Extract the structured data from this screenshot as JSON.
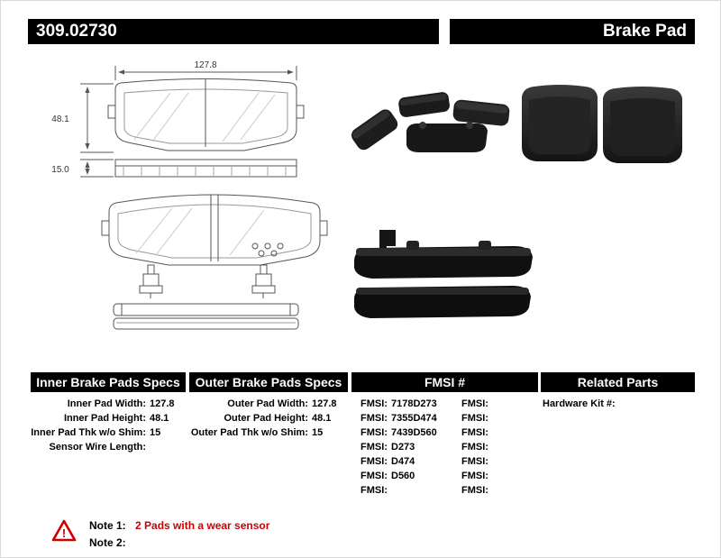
{
  "header": {
    "part_number": "309.02730",
    "product_name": "Brake Pad"
  },
  "diagram": {
    "width_dim": "127.8",
    "height_dim": "48.1",
    "thickness_dim": "15.0"
  },
  "specs": {
    "inner": {
      "title": "Inner Brake Pads Specs",
      "rows": [
        {
          "label": "Inner Pad Width:",
          "value": "127.8"
        },
        {
          "label": "Inner Pad Height:",
          "value": "48.1"
        },
        {
          "label": "Inner Pad Thk w/o Shim:",
          "value": "15"
        },
        {
          "label": "Sensor Wire Length:",
          "value": ""
        }
      ]
    },
    "outer": {
      "title": "Outer Brake Pads Specs",
      "rows": [
        {
          "label": "Outer Pad Width:",
          "value": "127.8"
        },
        {
          "label": "Outer Pad Height:",
          "value": "48.1"
        },
        {
          "label": "Outer Pad Thk w/o Shim:",
          "value": "15"
        }
      ]
    },
    "fmsi": {
      "title": "FMSI #",
      "col1": [
        {
          "label": "FMSI:",
          "value": "7178D273"
        },
        {
          "label": "FMSI:",
          "value": "7355D474"
        },
        {
          "label": "FMSI:",
          "value": "7439D560"
        },
        {
          "label": "FMSI:",
          "value": "D273"
        },
        {
          "label": "FMSI:",
          "value": "D474"
        },
        {
          "label": "FMSI:",
          "value": "D560"
        },
        {
          "label": "FMSI:",
          "value": ""
        }
      ],
      "col2": [
        {
          "label": "FMSI:",
          "value": ""
        },
        {
          "label": "FMSI:",
          "value": ""
        },
        {
          "label": "FMSI:",
          "value": ""
        },
        {
          "label": "FMSI:",
          "value": ""
        },
        {
          "label": "FMSI:",
          "value": ""
        },
        {
          "label": "FMSI:",
          "value": ""
        },
        {
          "label": "FMSI:",
          "value": ""
        }
      ]
    },
    "related": {
      "title": "Related Parts",
      "rows": [
        {
          "label": "Hardware Kit #:",
          "value": ""
        }
      ]
    }
  },
  "notes": {
    "note1_label": "Note 1:",
    "note1_text": "2 Pads with a wear sensor",
    "note2_label": "Note 2:",
    "note2_text": "",
    "warning_icon_glyph": "!"
  },
  "colors": {
    "header_bar": "#000000",
    "note_red": "#cc0000"
  }
}
